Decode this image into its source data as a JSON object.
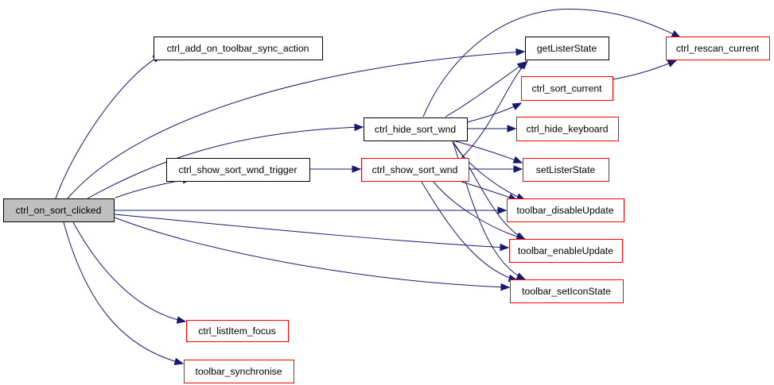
{
  "colors": {
    "edge": "#191970",
    "root_fill": "#bfbfbf",
    "node_fill": "#ffffff",
    "defined_border": "#000000",
    "undocumented_border": "#ff0000"
  },
  "nodes": [
    {
      "id": "root",
      "label": "ctrl_on_sort_clicked",
      "style": "root"
    },
    {
      "id": "add_sync",
      "label": "ctrl_add_on_toolbar_sync_action",
      "style": "defined"
    },
    {
      "id": "show_trigger",
      "label": "ctrl_show_sort_wnd_trigger",
      "style": "defined"
    },
    {
      "id": "hide_sort",
      "label": "ctrl_hide_sort_wnd",
      "style": "defined"
    },
    {
      "id": "show_sort",
      "label": "ctrl_show_sort_wnd",
      "style": "undocumented"
    },
    {
      "id": "get_lister",
      "label": "getListerState",
      "style": "defined"
    },
    {
      "id": "sort_current",
      "label": "ctrl_sort_current",
      "style": "undocumented"
    },
    {
      "id": "hide_keyboard",
      "label": "ctrl_hide_keyboard",
      "style": "undocumented"
    },
    {
      "id": "set_lister",
      "label": "setListerState",
      "style": "undocumented"
    },
    {
      "id": "rescan",
      "label": "ctrl_rescan_current",
      "style": "undocumented"
    },
    {
      "id": "disable_update",
      "label": "toolbar_disableUpdate",
      "style": "undocumented"
    },
    {
      "id": "enable_update",
      "label": "toolbar_enableUpdate",
      "style": "undocumented"
    },
    {
      "id": "set_icon",
      "label": "toolbar_setIconState",
      "style": "undocumented"
    },
    {
      "id": "list_focus",
      "label": "ctrl_listItem_focus",
      "style": "undocumented"
    },
    {
      "id": "sync",
      "label": "toolbar_synchronise",
      "style": "undocumented"
    }
  ],
  "edges": [
    {
      "from": "root",
      "to": "add_sync"
    },
    {
      "from": "root",
      "to": "get_lister"
    },
    {
      "from": "root",
      "to": "hide_sort"
    },
    {
      "from": "root",
      "to": "show_trigger"
    },
    {
      "from": "root",
      "to": "disable_update"
    },
    {
      "from": "root",
      "to": "enable_update"
    },
    {
      "from": "root",
      "to": "set_icon"
    },
    {
      "from": "root",
      "to": "list_focus"
    },
    {
      "from": "root",
      "to": "sync"
    },
    {
      "from": "show_trigger",
      "to": "show_sort"
    },
    {
      "from": "hide_sort",
      "to": "rescan"
    },
    {
      "from": "hide_sort",
      "to": "get_lister"
    },
    {
      "from": "hide_sort",
      "to": "sort_current"
    },
    {
      "from": "hide_sort",
      "to": "hide_keyboard"
    },
    {
      "from": "hide_sort",
      "to": "set_lister"
    },
    {
      "from": "hide_sort",
      "to": "disable_update"
    },
    {
      "from": "hide_sort",
      "to": "enable_update"
    },
    {
      "from": "hide_sort",
      "to": "set_icon"
    },
    {
      "from": "show_sort",
      "to": "get_lister"
    },
    {
      "from": "show_sort",
      "to": "set_lister"
    },
    {
      "from": "show_sort",
      "to": "disable_update"
    },
    {
      "from": "show_sort",
      "to": "enable_update"
    },
    {
      "from": "show_sort",
      "to": "set_icon"
    },
    {
      "from": "sort_current",
      "to": "rescan"
    }
  ]
}
